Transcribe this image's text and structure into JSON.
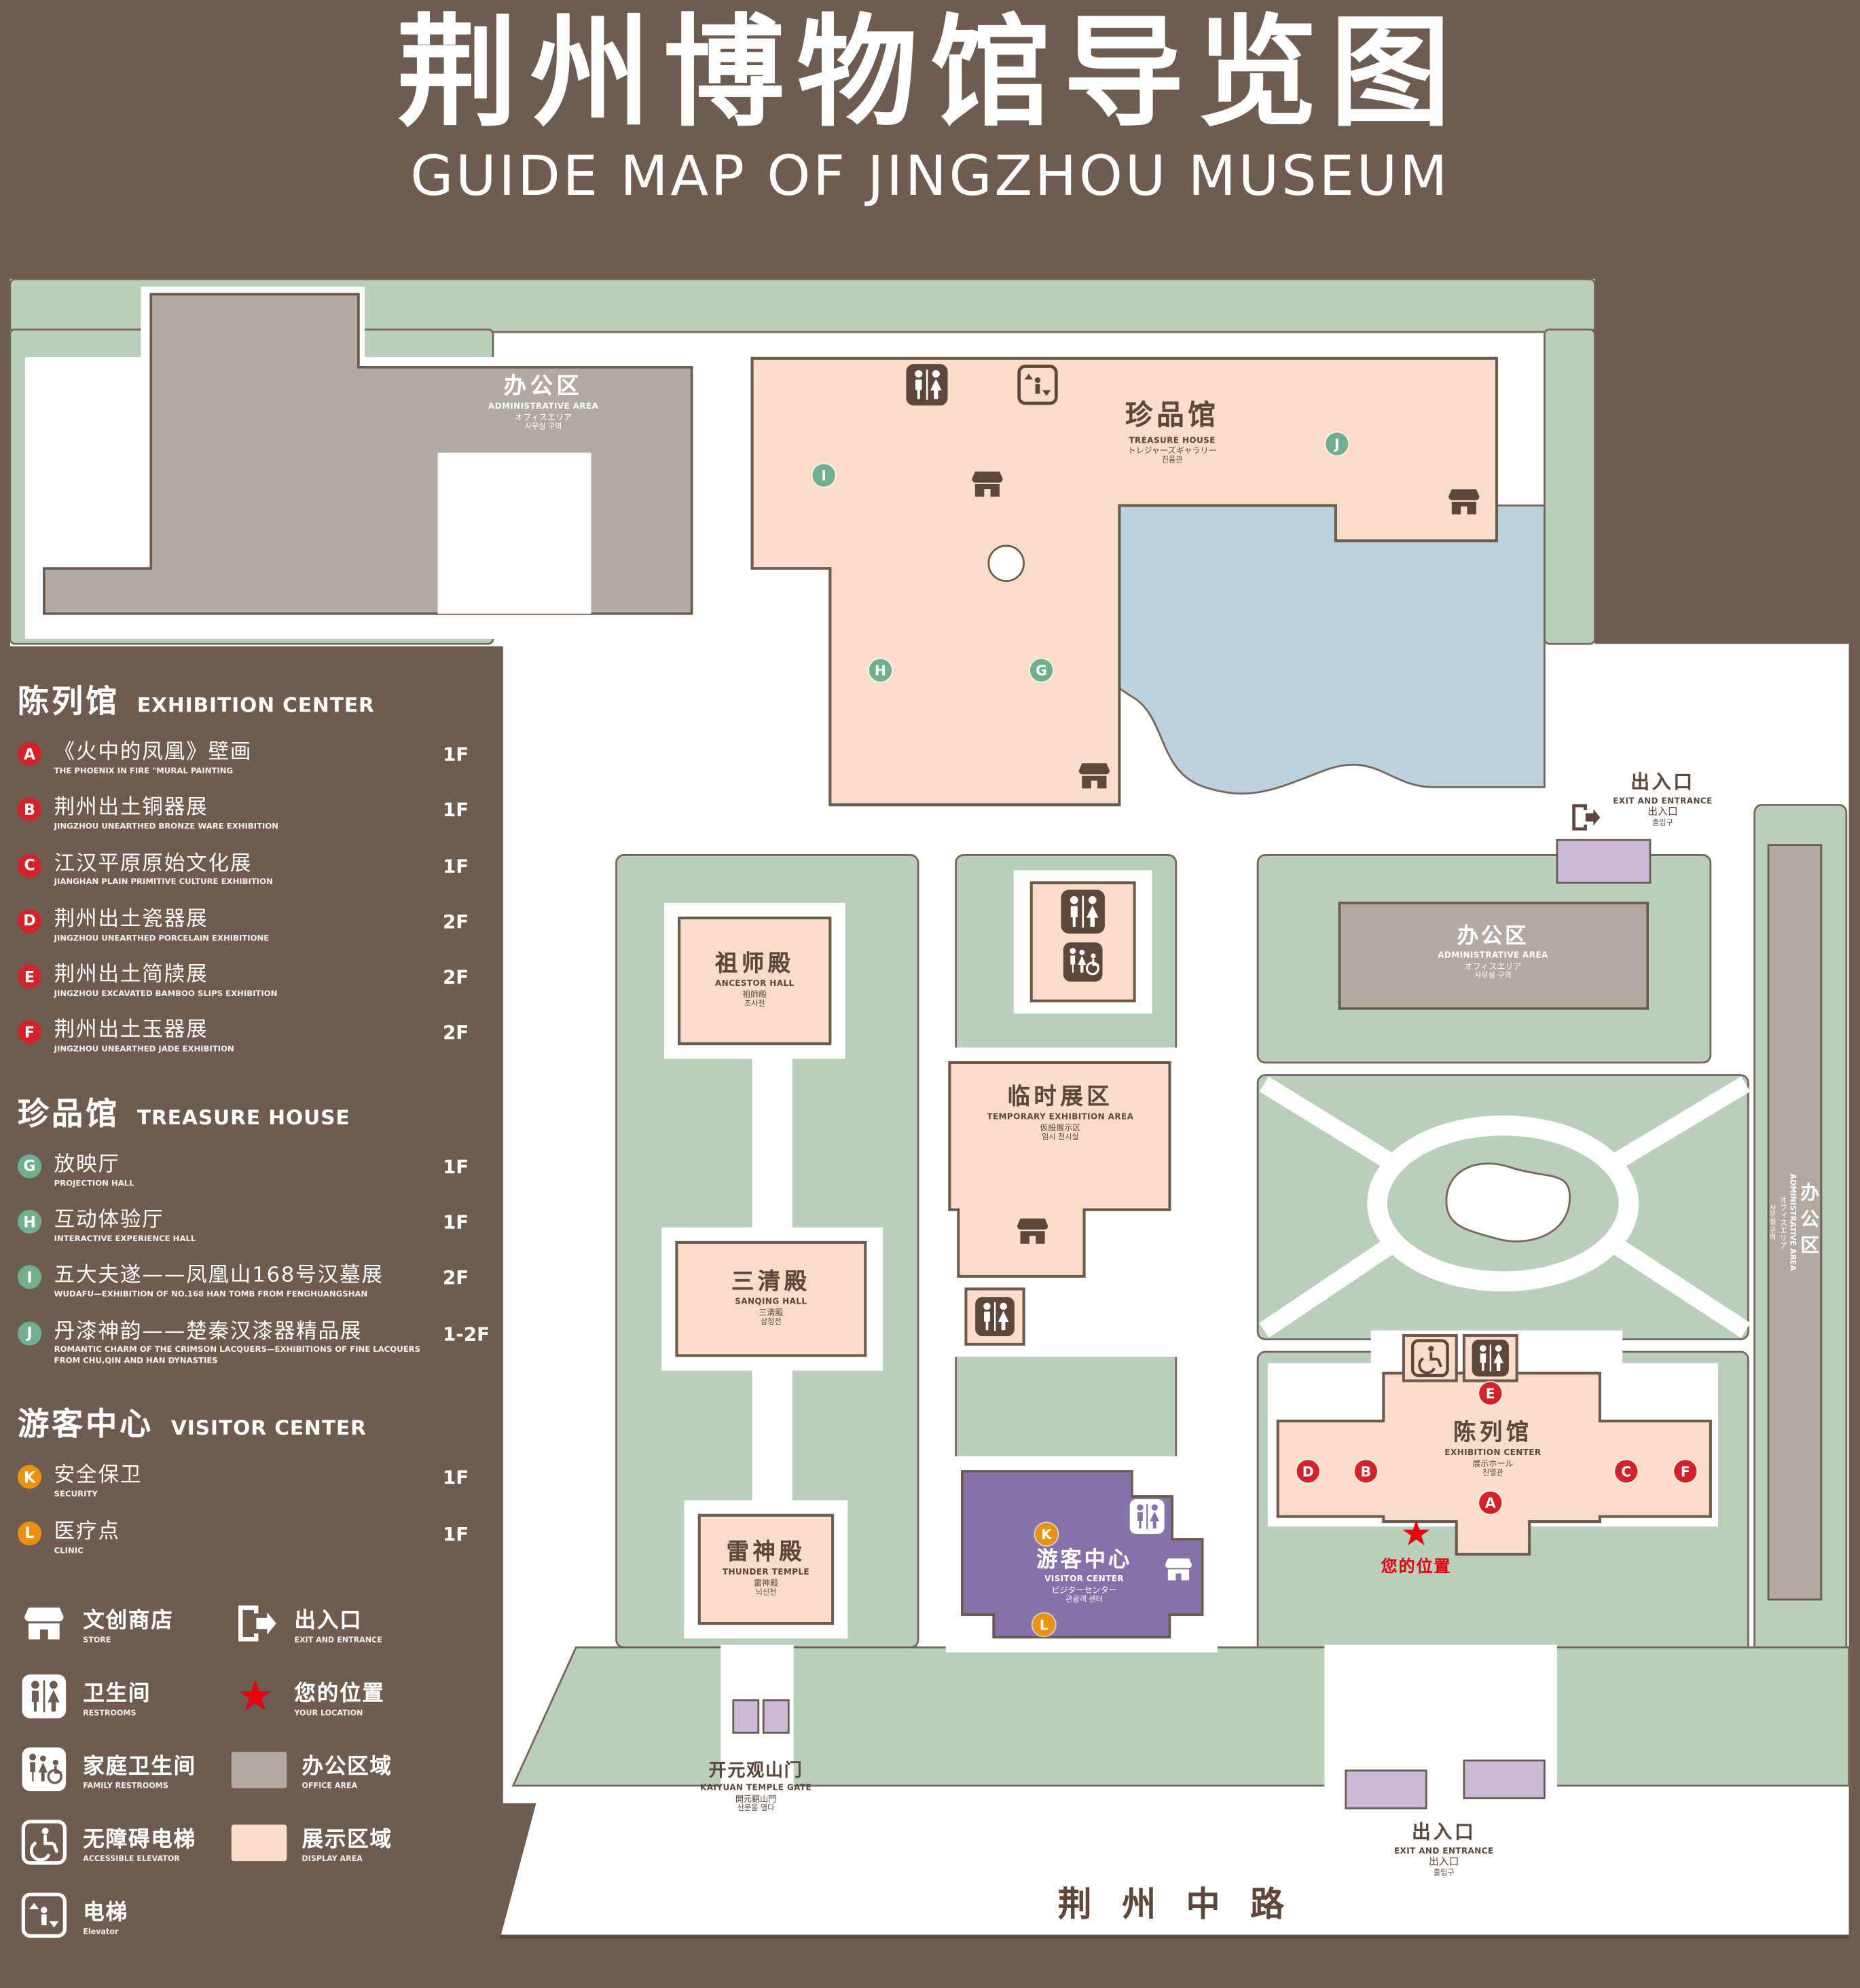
{
  "title": "荆州博物馆导览图",
  "subtitle": "GUIDE MAP OF JINGZHOU MUSEUM",
  "legend": {
    "sections": [
      {
        "cn": "陈列馆",
        "en": "EXHIBITION CENTER",
        "items": [
          {
            "key": "A",
            "cn": "《火中的凤凰》壁画",
            "en": "THE PHOENIX IN FIRE \"MURAL PAINTING",
            "floor": "1F"
          },
          {
            "key": "B",
            "cn": "荆州出土铜器展",
            "en": "JINGZHOU UNEARTHED BRONZE WARE EXHIBITION",
            "floor": "1F"
          },
          {
            "key": "C",
            "cn": "江汉平原原始文化展",
            "en": "JIANGHAN PLAIN PRIMITIVE CULTURE EXHIBITION",
            "floor": "1F"
          },
          {
            "key": "D",
            "cn": "荆州出土瓷器展",
            "en": "JINGZHOU UNEARTHED PORCELAIN EXHIBITIONE",
            "floor": "2F"
          },
          {
            "key": "E",
            "cn": "荆州出土简牍展",
            "en": "JINGZHOU EXCAVATED BAMBOO SLIPS EXHIBITION",
            "floor": "2F"
          },
          {
            "key": "F",
            "cn": "荆州出土玉器展",
            "en": "JINGZHOU UNEARTHED JADE EXHIBITION",
            "floor": "2F"
          }
        ]
      },
      {
        "cn": "珍品馆",
        "en": "TREASURE HOUSE",
        "items": [
          {
            "key": "G",
            "cn": "放映厅",
            "en": "PROJECTION HALL",
            "floor": "1F"
          },
          {
            "key": "H",
            "cn": "互动体验厅",
            "en": "INTERACTIVE EXPERIENCE HALL",
            "floor": "1F"
          },
          {
            "key": "I",
            "cn": "五大夫遂——凤凰山168号汉墓展",
            "en": "WUDAFU—EXHIBITION OF NO.168 HAN TOMB FROM FENGHUANGSHAN",
            "floor": "2F"
          },
          {
            "key": "J",
            "cn": "丹漆神韵——楚秦汉漆器精品展",
            "en": "ROMANTIC CHARM OF THE CRIMSON LACQUERS—EXHIBITIONS OF FINE LACQUERS FROM CHU,QIN AND HAN DYNASTIES",
            "floor": "1-2F"
          }
        ]
      },
      {
        "cn": "游客中心",
        "en": "VISITOR CENTER",
        "items": [
          {
            "key": "K",
            "cn": "安全保卫",
            "en": "SECURITY",
            "floor": "1F"
          },
          {
            "key": "L",
            "cn": "医疗点",
            "en": "CLINIC",
            "floor": "1F"
          }
        ]
      }
    ]
  },
  "symbols": {
    "store": {
      "cn": "文创商店",
      "en": "STORE"
    },
    "exit": {
      "cn": "出入口",
      "en": "EXIT AND ENTRANCE"
    },
    "restroom": {
      "cn": "卫生间",
      "en": "RESTROOMS"
    },
    "location": {
      "cn": "您的位置",
      "en": "YOUR LOCATION"
    },
    "family": {
      "cn": "家庭卫生间",
      "en": "FAMILY RESTROOMS"
    },
    "office": {
      "cn": "办公区域",
      "en": "OFFICE AREA"
    },
    "access": {
      "cn": "无障碍电梯",
      "en": "ACCESSIBLE ELEVATOR"
    },
    "display": {
      "cn": "展示区域",
      "en": "DISPLAY AREA"
    },
    "elevator": {
      "cn": "电梯",
      "en": "Elevator"
    }
  },
  "map": {
    "admin_top": {
      "cn": "办公区",
      "en": "ADMINISTRATIVE AREA",
      "jp": "オフィスエリア",
      "kr": "사무실 구역"
    },
    "treasure": {
      "cn": "珍品馆",
      "en": "TREASURE HOUSE",
      "jp": "トレジャーズギャラリー",
      "kr": "진품관"
    },
    "exit_right": {
      "cn": "出入口",
      "en": "EXIT AND ENTRANCE",
      "jp": "出入口",
      "kr": "출입구"
    },
    "admin_right": {
      "cn": "办公区",
      "en": "ADMINISTRATIVE AREA",
      "jp": "オフィスエリア",
      "kr": "사무실 구역"
    },
    "admin_side": {
      "cn": "办公区",
      "en": "ADMINISTRATIVE AREA",
      "jp": "オフィスエリア",
      "kr": "사무실 구역"
    },
    "ancestor": {
      "cn": "祖师殿",
      "en": "ANCESTOR HALL",
      "jp": "祖師殿",
      "kr": "조사전"
    },
    "temporary": {
      "cn": "临时展区",
      "en": "TEMPORARY EXHIBITION AREA",
      "jp": "仮設展示区",
      "kr": "임시 전시실"
    },
    "sanqing": {
      "cn": "三清殿",
      "en": "SANQING HALL",
      "jp": "三清殿",
      "kr": "삼청전"
    },
    "thunder": {
      "cn": "雷神殿",
      "en": "THUNDER TEMPLE",
      "jp": "雷神殿",
      "kr": "뇌신전"
    },
    "visitor": {
      "cn": "游客中心",
      "en": "VISITOR CENTER",
      "jp": "ビジターセンター",
      "kr": "관광객 센터"
    },
    "exhibition": {
      "cn": "陈列馆",
      "en": "EXHIBITION CENTER",
      "jp": "展示ホール",
      "kr": "진열관"
    },
    "kaiyuan": {
      "cn": "开元观山门",
      "en": "KAIYUAN TEMPLE GATE",
      "jp": "開元観山門",
      "kr": "산문을 열다"
    },
    "exit_bottom": {
      "cn": "出入口",
      "en": "EXIT AND ENTRANCE",
      "jp": "出入口",
      "kr": "출입구"
    },
    "your_location": "您的位置",
    "road": "荆州中路"
  },
  "markers": {
    "A": "A",
    "B": "B",
    "C": "C",
    "D": "D",
    "E": "E",
    "F": "F",
    "G": "G",
    "H": "H",
    "I": "I",
    "J": "J",
    "K": "K",
    "L": "L"
  },
  "colors": {
    "background": "#6f5c50",
    "green": "#b9cebb",
    "display_area": "#f9ddc9",
    "office_area": "#b2a9a3",
    "water": "#bad2de",
    "visitor_purple": "#8472a8",
    "entrance_purple": "#cbb9d9",
    "line": "#5d473a",
    "marker_red": "#d2232a",
    "marker_green": "#6fae8e",
    "marker_orange": "#ea9210",
    "location_red": "#e60012"
  }
}
